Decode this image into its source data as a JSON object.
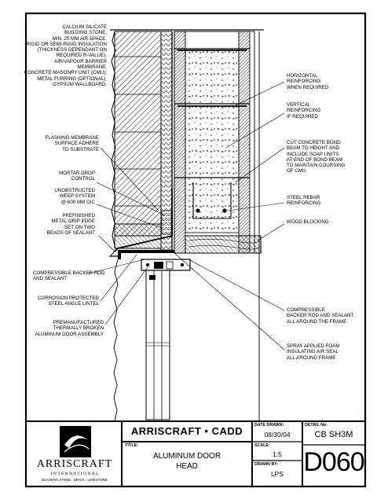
{
  "labels_left": [
    {
      "id": "calcium",
      "text": "CALCIUM SILICATE\nBUILDING STONE,\nMIN. 25 MM AIR SPACE,\nRIGID OR SEMI-RIGID INSULATION\n(THICKNESS DEPENDANT ON\nREQUIRED R-VALUE),\nAIR/VAPOUR BARRIER\nMEMBRANE,\nCONCRETE MASONRY UNIT (CMU),\nMETAL FURRING (OPTIONAL),\nGYPSUM WALLBOARD."
    },
    {
      "id": "flashing",
      "text": "FLASHING MEMBRANE\nSURFACE ADHERE\nTO SUBSTRATE"
    },
    {
      "id": "mortar",
      "text": "MORTAR DROP\nCONTROL"
    },
    {
      "id": "weep",
      "text": "UNOBSTRUCTED\nWEEP SYSTEM\n@ 600 MM O/C"
    },
    {
      "id": "drip",
      "text": "PREFINISHED\nMETAL DRIP EDGE\nSET ON TWO\nBEADS OF SEALANT"
    },
    {
      "id": "backer",
      "text": "COMPRESSIBLE BACKER ROD\nAND SEALANT"
    },
    {
      "id": "lintel",
      "text": "CORROSION PROTECTED\nSTEEL ANGLE LINTEL"
    },
    {
      "id": "door",
      "text": "PREMANUFACTURED\nTHERMALLY BROKEN\nALUMINUM DOOR ASSEMBLY"
    }
  ],
  "labels_right": [
    {
      "id": "horiz",
      "text": "HORIZONTAL\nREINFORCING\nWHEN REQUIRED"
    },
    {
      "id": "vert",
      "text": "VERTICAL\nREINFORCING\nIF REQUIRED"
    },
    {
      "id": "bond",
      "text": "CUT CONCRETE BOND\nBEAM TO HEIGHT AND\nINCLUDE SOAP UNITS\nAT END OF BOND BEAM\nTO MAINTAIN COURSING\nOF CMU"
    },
    {
      "id": "rebar",
      "text": "STEEL REBAR\nREINFORCING"
    },
    {
      "id": "wood",
      "text": "WOOD BLOCKING"
    },
    {
      "id": "compbacker",
      "text": "COMPRESSIBLE\nBACKER ROD AND SEALANT\nALL AROUND THE FRAME"
    },
    {
      "id": "foam",
      "text": "SPRAY APPLIED FOAM\nINSULATING AIR SEAL\nALL AROUND FRAME"
    }
  ],
  "title_block": {
    "logo_name": "ARRISCRAFT",
    "logo_sub": "I N T E R N A T I O N A L",
    "logo_tagline": "BUILDING STONE · BRICK · LIMESTONE",
    "company": "ARRISCRAFT • CADD",
    "title_label": "TITLE:",
    "title_line1": "ALUMINUM DOOR",
    "title_line2": "HEAD",
    "date_label": "DATE DRAWN:",
    "date_value": "08/30/04",
    "scale_label": "SCALE:",
    "scale_value": "1:5",
    "drawn_label": "DRAWN BY:",
    "drawn_value": "LPS",
    "detail_label": "DETAIL No:",
    "detail_series": "CB SH3M",
    "detail_number": "D060"
  }
}
